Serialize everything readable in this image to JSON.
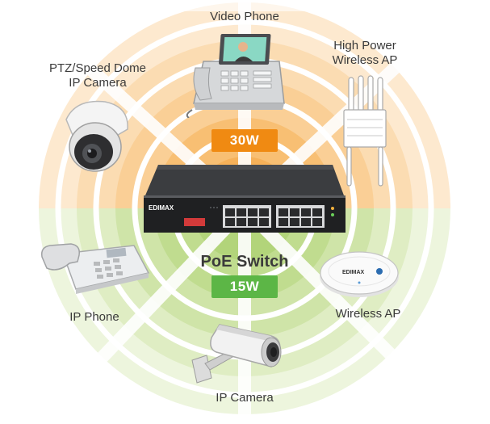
{
  "devices": {
    "video_phone": "Video Phone",
    "ptz_camera": "PTZ/Speed Dome\nIP Camera",
    "high_power_ap": "High Power\nWireless AP",
    "ip_phone": "IP Phone",
    "wireless_ap": "Wireless AP",
    "ip_camera": "IP Camera"
  },
  "center": {
    "title": "PoE Switch",
    "badge_high": "30W",
    "badge_low": "15W",
    "switch_brand": "EDIMAX",
    "ap_brand": "EDIMAX"
  },
  "colors": {
    "orange_badge": "#f08a12",
    "green_badge": "#5cb646",
    "orange_zone": "#fbc789",
    "green_zone": "#bfdc91"
  }
}
